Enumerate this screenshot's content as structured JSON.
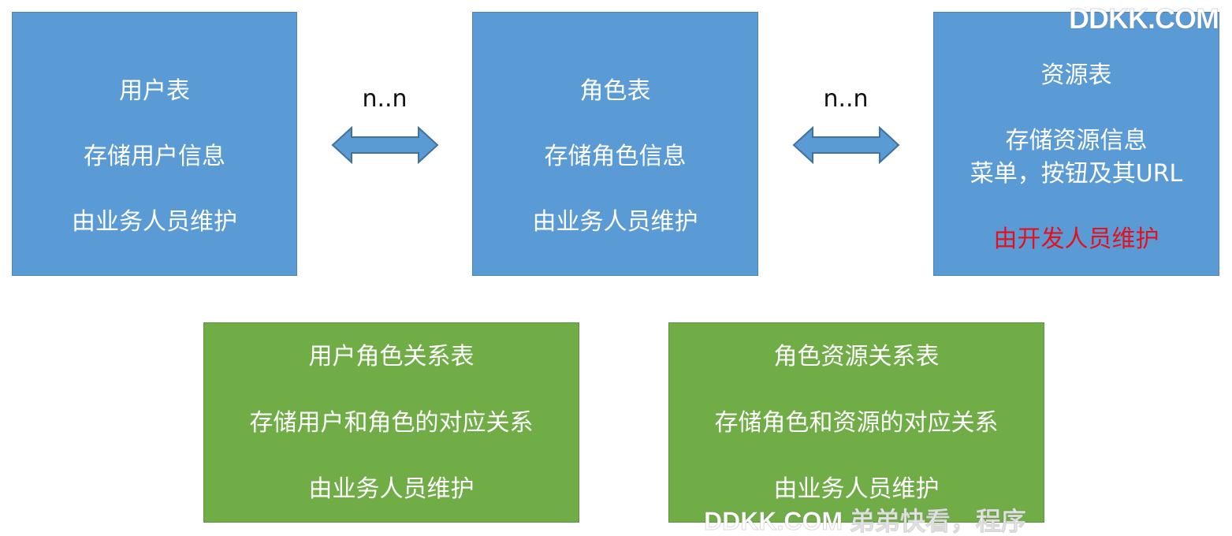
{
  "boxes": {
    "user": {
      "title": "用户表",
      "desc": "存储用户信息",
      "maintainer": "由业务人员维护"
    },
    "role": {
      "title": "角色表",
      "desc": "存储角色信息",
      "maintainer": "由业务人员维护"
    },
    "resource": {
      "title": "资源表",
      "desc_line1": "存储资源信息",
      "desc_line2": "菜单，按钮及其URL",
      "maintainer": "由开发人员维护"
    },
    "user_role": {
      "title": "用户角色关系表",
      "desc": "存储用户和角色的对应关系",
      "maintainer": "由业务人员维护"
    },
    "role_resource": {
      "title": "角色资源关系表",
      "desc": "存储角色和资源的对应关系",
      "maintainer": "由业务人员维护"
    }
  },
  "relations": {
    "user_role": "n..n",
    "role_resource": "n..n"
  },
  "watermarks": {
    "top_right": "DDKK.COM",
    "bottom": "DDKK.COM 弟弟快看，程序"
  },
  "colors": {
    "entity_box": "#5b9bd5",
    "relation_box": "#70ad47",
    "highlight_text": "#e3101e"
  }
}
